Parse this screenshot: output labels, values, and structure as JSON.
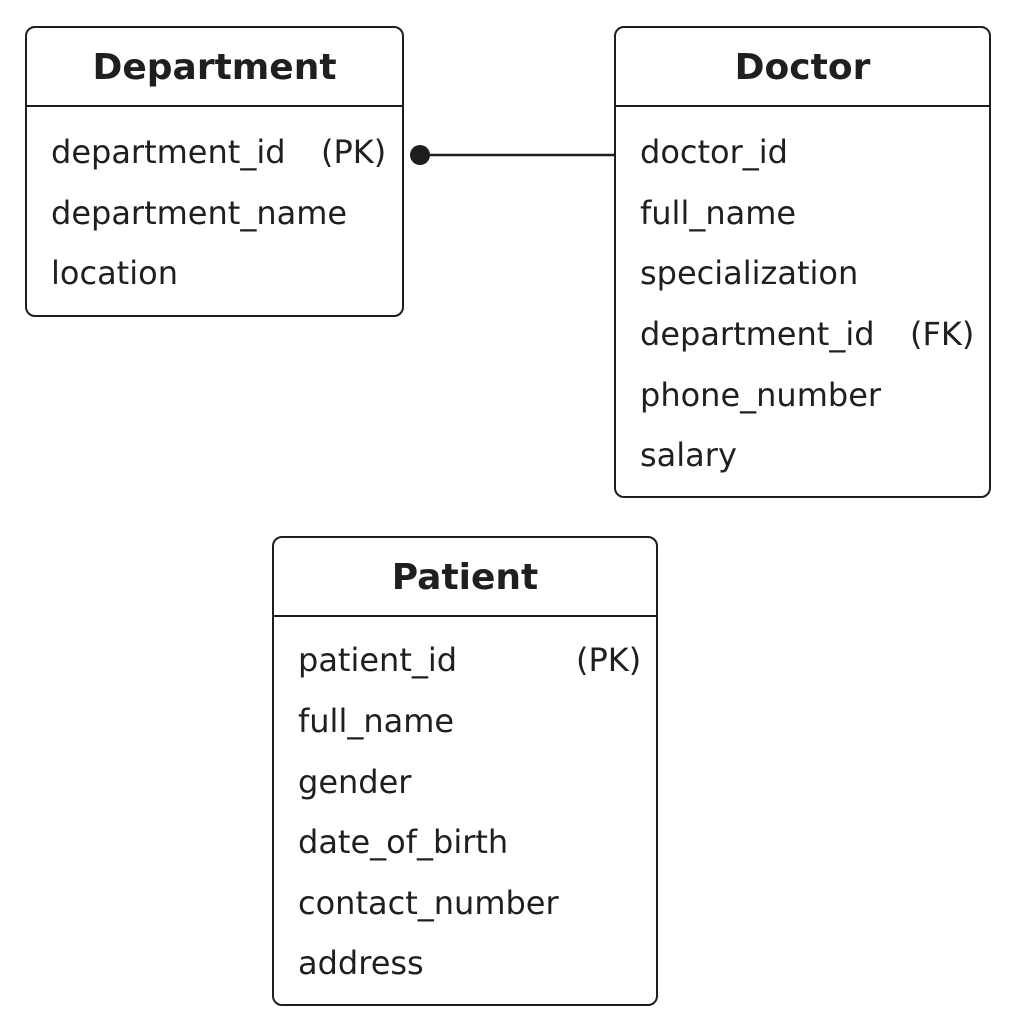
{
  "entities": {
    "department": {
      "title": "Department",
      "attributes": [
        {
          "name": "department_id",
          "key": "(PK)"
        },
        {
          "name": "department_name",
          "key": ""
        },
        {
          "name": "location",
          "key": ""
        }
      ]
    },
    "doctor": {
      "title": "Doctor",
      "attributes": [
        {
          "name": "doctor_id",
          "key": ""
        },
        {
          "name": "full_name",
          "key": ""
        },
        {
          "name": "specialization",
          "key": ""
        },
        {
          "name": "department_id",
          "key": "(FK)"
        },
        {
          "name": "phone_number",
          "key": ""
        },
        {
          "name": "salary",
          "key": ""
        }
      ]
    },
    "patient": {
      "title": "Patient",
      "attributes": [
        {
          "name": "patient_id",
          "key": "(PK)"
        },
        {
          "name": "full_name",
          "key": ""
        },
        {
          "name": "gender",
          "key": ""
        },
        {
          "name": "date_of_birth",
          "key": ""
        },
        {
          "name": "contact_number",
          "key": ""
        },
        {
          "name": "address",
          "key": ""
        }
      ]
    }
  },
  "relationships": [
    {
      "from": "Department.department_id",
      "to": "Doctor.department_id"
    }
  ],
  "colors": {
    "line": "#1e1e1e",
    "text": "#1f1f1f",
    "background": "#ffffff"
  }
}
